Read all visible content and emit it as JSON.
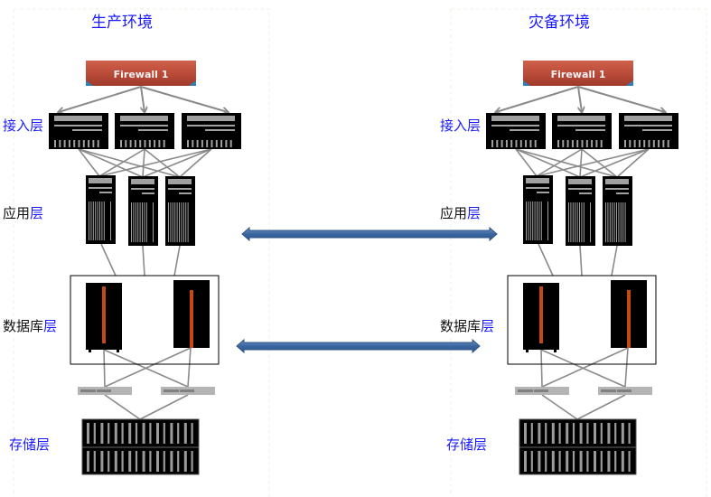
{
  "environments": [
    {
      "id": "production",
      "title": "生产环境",
      "firewall_label": "Firewall 1",
      "layers": {
        "access": {
          "label": "接入层",
          "label_parts": [
            {
              "text": "接入层",
              "color": "blue"
            }
          ]
        },
        "app": {
          "label": "应用层",
          "label_parts": [
            {
              "text": "应用",
              "color": "black"
            },
            {
              "text": "层",
              "color": "blue"
            }
          ]
        },
        "database": {
          "label": "数据库层",
          "label_parts": [
            {
              "text": "数据库",
              "color": "black"
            },
            {
              "text": "层",
              "color": "blue"
            }
          ]
        },
        "storage": {
          "label": "存储层",
          "label_parts": [
            {
              "text": "存储层",
              "color": "blue"
            }
          ]
        }
      },
      "counts": {
        "access_switches": 3,
        "app_servers": 3,
        "db_servers": 2,
        "san_switches": 2,
        "storage_arrays": 1
      }
    },
    {
      "id": "disaster-recovery",
      "title": "灾备环境",
      "firewall_label": "Firewall 1",
      "layers": {
        "access": {
          "label": "接入层",
          "label_parts": [
            {
              "text": "接入层",
              "color": "blue"
            }
          ]
        },
        "app": {
          "label": "应用层",
          "label_parts": [
            {
              "text": "应用",
              "color": "black"
            },
            {
              "text": "层",
              "color": "blue"
            }
          ]
        },
        "database": {
          "label": "数据库层",
          "label_parts": [
            {
              "text": "数据库",
              "color": "black"
            },
            {
              "text": "层",
              "color": "blue"
            }
          ]
        },
        "storage": {
          "label": "存储层",
          "label_parts": [
            {
              "text": "存储层",
              "color": "blue"
            }
          ]
        }
      },
      "counts": {
        "access_switches": 3,
        "app_servers": 3,
        "db_servers": 2,
        "san_switches": 2,
        "storage_arrays": 1
      }
    }
  ],
  "sync_links": [
    {
      "name": "app-layer-sync",
      "from": "production",
      "to": "disaster-recovery",
      "direction": "bidirectional"
    },
    {
      "name": "database-layer-sync",
      "from": "production",
      "to": "disaster-recovery",
      "direction": "bidirectional"
    }
  ],
  "colors": {
    "title_blue": "#1a1aff",
    "label_black": "#111111",
    "connector_gray": "#8a8a8a",
    "device_black": "#000000",
    "device_gray": "#a0a0a0",
    "db_accent": "#c44a12",
    "firewall_red": "#b84a38",
    "firewall_blue": "#2e7fb8",
    "arrow_blue": "#3e6aa0"
  }
}
